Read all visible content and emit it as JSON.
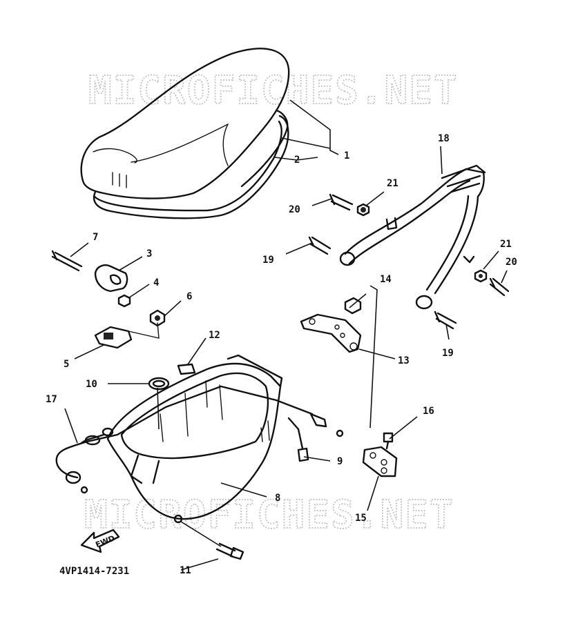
{
  "watermark": {
    "top": "MICROFICHES.NET",
    "bottom": "MICROFICHES.NET"
  },
  "diagram_code": "4VP1414-7231",
  "direction_arrow": {
    "label": "FWD",
    "icon": "forward-arrow-icon"
  },
  "callouts": {
    "p1": "1",
    "p2": "2",
    "p3": "3",
    "p4": "4",
    "p5": "5",
    "p6": "6",
    "p7": "7",
    "p8": "8",
    "p9": "9",
    "p10": "10",
    "p11": "11",
    "p12": "12",
    "p13": "13",
    "p14": "14",
    "p15": "15",
    "p16": "16",
    "p17": "17",
    "p18": "18",
    "p19a": "19",
    "p19b": "19",
    "p20a": "20",
    "p20b": "20",
    "p21a": "21",
    "p21b": "21"
  }
}
